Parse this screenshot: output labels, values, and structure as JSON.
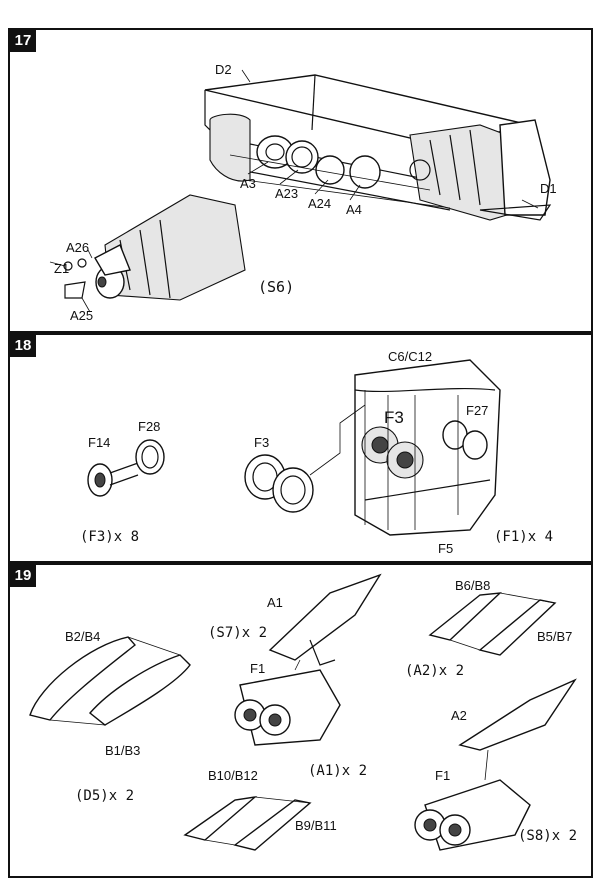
{
  "steps": [
    {
      "number": "17",
      "labels": {
        "d2": "D2",
        "d1": "D1",
        "a3": "A3",
        "a23": "A23",
        "a24": "A24",
        "a4": "A4",
        "a26": "A26",
        "z1": "Z1",
        "a25": "A25"
      },
      "caption": "(S6)"
    },
    {
      "number": "18",
      "labels": {
        "c6c12": "C6/C12",
        "f3_big": "F3",
        "f27": "F27",
        "f28": "F28",
        "f14": "F14",
        "f3": "F3",
        "f5": "F5"
      },
      "qty_left": "(F3)x 8",
      "qty_right": "(F1)x 4"
    },
    {
      "number": "19",
      "labels": {
        "a1": "A1",
        "b6b8": "B6/B8",
        "b5b7": "B5/B7",
        "b2b4": "B2/B4",
        "f1_top": "F1",
        "b1b3": "B1/B3",
        "a2": "A2",
        "b10b12": "B10/B12",
        "b9b11": "B9/B11",
        "f1_bottom": "F1"
      },
      "qty_s7": "(S7)x 2",
      "qty_a2": "(A2)x 2",
      "qty_d5": "(D5)x 2",
      "qty_a1": "(A1)x 2",
      "qty_s8": "(S8)x 2"
    }
  ]
}
